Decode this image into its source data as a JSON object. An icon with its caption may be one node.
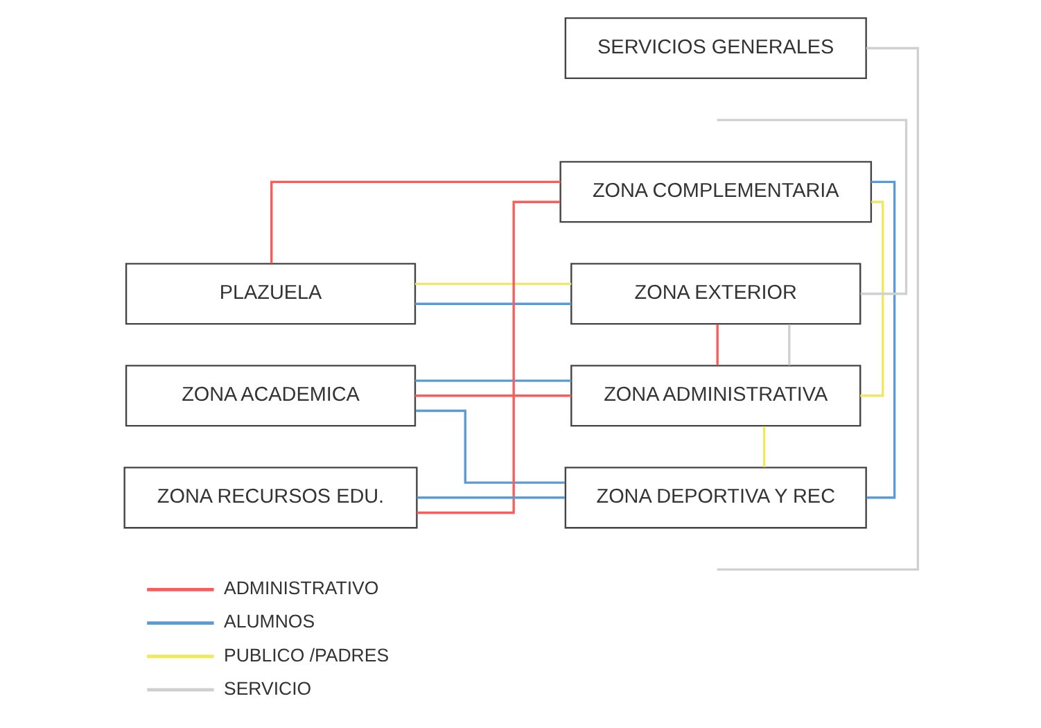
{
  "diagram": {
    "nodes": [
      {
        "text": [
          "SERVICIOS GENERALES"
        ]
      },
      {
        "text": [
          "ZONA COMPLEMENTARIA"
        ]
      },
      {
        "text": [
          "PLAZUELA"
        ]
      },
      {
        "text": [
          "ZONA EXTERIOR"
        ]
      },
      {
        "text": [
          "ZONA ACADEMICA"
        ]
      },
      {
        "text": [
          "ZONA ADMINISTRATIVA"
        ]
      },
      {
        "text": [
          "ZONA RECURSOS EDU."
        ]
      },
      {
        "text": [
          "ZONA DEPORTIVA Y REC"
        ]
      }
    ],
    "edges": [
      {
        "from": 0,
        "to": null,
        "arrow": "none",
        "color": "#d0d0d0"
      },
      {
        "from": 2,
        "to": 3,
        "arrow": "none",
        "color": "#5b9bd5"
      },
      {
        "from": 2,
        "to": 3,
        "arrow": "none",
        "color": "#f0e860"
      },
      {
        "from": 2,
        "to": 1,
        "arrow": "none",
        "color": "#ff5a5a"
      },
      {
        "from": 3,
        "to": null,
        "arrow": "none",
        "color": "#d0d0d0"
      },
      {
        "from": 3,
        "to": 5,
        "arrow": "none",
        "color": "#ff5a5a"
      },
      {
        "from": 3,
        "to": 5,
        "arrow": "none",
        "color": "#d0d0d0"
      },
      {
        "from": 4,
        "to": 5,
        "arrow": "none",
        "color": "#ff5a5a"
      },
      {
        "from": 4,
        "to": 5,
        "arrow": "none",
        "color": "#5b9bd5"
      },
      {
        "from": 1,
        "to": 5,
        "arrow": "none",
        "color": "#f0e860"
      },
      {
        "from": 4,
        "to": 7,
        "arrow": "none",
        "color": "#5b9bd5"
      },
      {
        "from": 6,
        "to": 1,
        "arrow": "none",
        "color": "#ff5a5a"
      },
      {
        "from": 6,
        "to": 7,
        "arrow": "none",
        "color": "#5b9bd5"
      },
      {
        "from": 1,
        "to": 7,
        "arrow": "none",
        "color": "#5b9bd5"
      },
      {
        "from": 5,
        "to": 7,
        "arrow": "none",
        "color": "#f0e860"
      }
    ],
    "legend": [
      {
        "text": "ADMINISTRATIVO"
      },
      {
        "text": "ALUMNOS"
      },
      {
        "text": "PUBLICO /PADRES"
      },
      {
        "text": "SERVICIO"
      }
    ]
  }
}
